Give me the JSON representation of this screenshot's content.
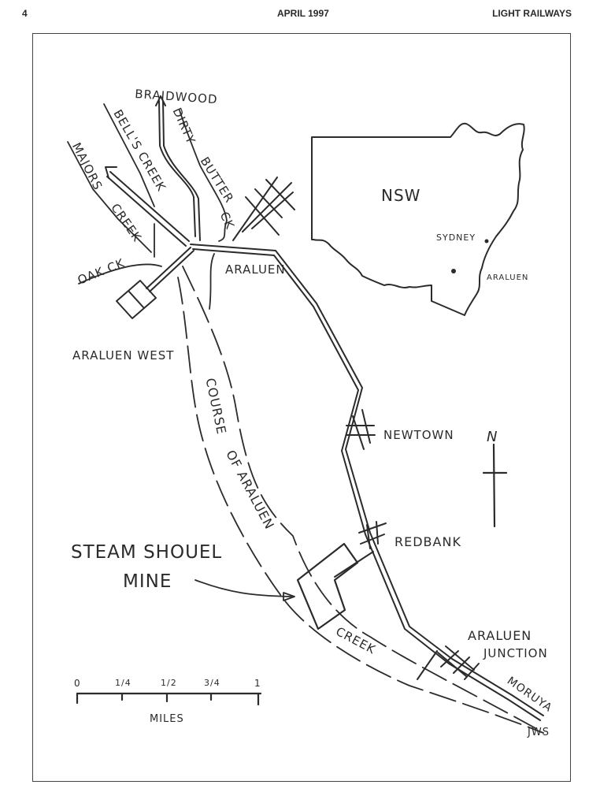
{
  "header": {
    "page_number": "4",
    "date": "APRIL 1997",
    "publication": "LIGHT RAILWAYS"
  },
  "map": {
    "labels": {
      "braidwood": "BRAIDWOOD",
      "dirty_butter_ck_1": "DIRTY",
      "dirty_butter_ck_2": "BUTTER",
      "dirty_butter_ck_3": "CK",
      "bells_creek": "BELL'S CREEK",
      "majors_creek_1": "MAJORS",
      "majors_creek_2": "CREEK",
      "oak_ck": "OAK CK",
      "araluen": "ARALUEN",
      "araluen_west": "ARALUEN WEST",
      "course_of_araluen_1": "COURSE",
      "course_of_araluen_2": "OF ARALUEN",
      "newtown": "NEWTOWN",
      "redbank": "REDBANK",
      "steam_shovel_mine_1": "STEAM SHOUEL",
      "steam_shovel_mine_2": "MINE",
      "creek": "CREEK",
      "araluen_junction_1": "ARALUEN",
      "araluen_junction_2": "JUNCTION",
      "moruya": "MORUYA",
      "jws": "JWS"
    },
    "inset": {
      "state": "NSW",
      "city": "SYDNEY",
      "site": "ARALUEN"
    },
    "north_arrow": {
      "label": "N"
    },
    "scale_bar": {
      "ticks": [
        "0",
        "1/4",
        "1/2",
        "3/4",
        "1"
      ],
      "unit": "MILES"
    },
    "colors": {
      "ink": "#2b2b2b",
      "paper": "#ffffff",
      "frame": "#444444"
    }
  }
}
